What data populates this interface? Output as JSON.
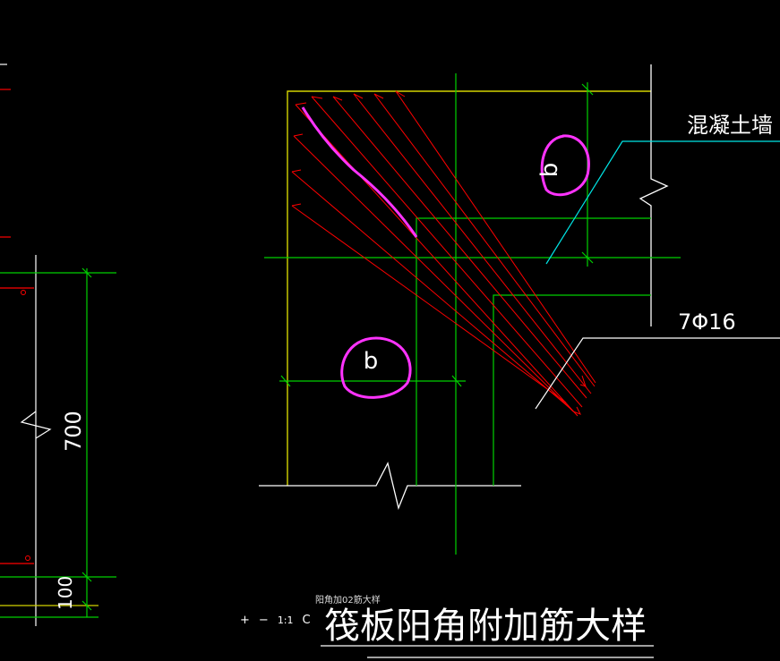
{
  "drawing": {
    "title": "筏板阳角附加筋大样",
    "wall_label": "混凝土墙",
    "rebar_label": "7Φ16",
    "dim_b_top": "b",
    "dim_b_bottom": "b",
    "dim_700": "700",
    "dim_100": "100"
  },
  "viewer": {
    "zoom_in": "+",
    "zoom_out": "−",
    "actual_size": "1:1",
    "rotate": "C",
    "caption": "阳角加02筋大样"
  },
  "colors": {
    "background": "#000000",
    "outline": "#d4d400",
    "grid": "#00d000",
    "rebar": "#ff0000",
    "annotation": "#ff33ff",
    "leader": "#00e5e5",
    "text": "#ffffff"
  }
}
